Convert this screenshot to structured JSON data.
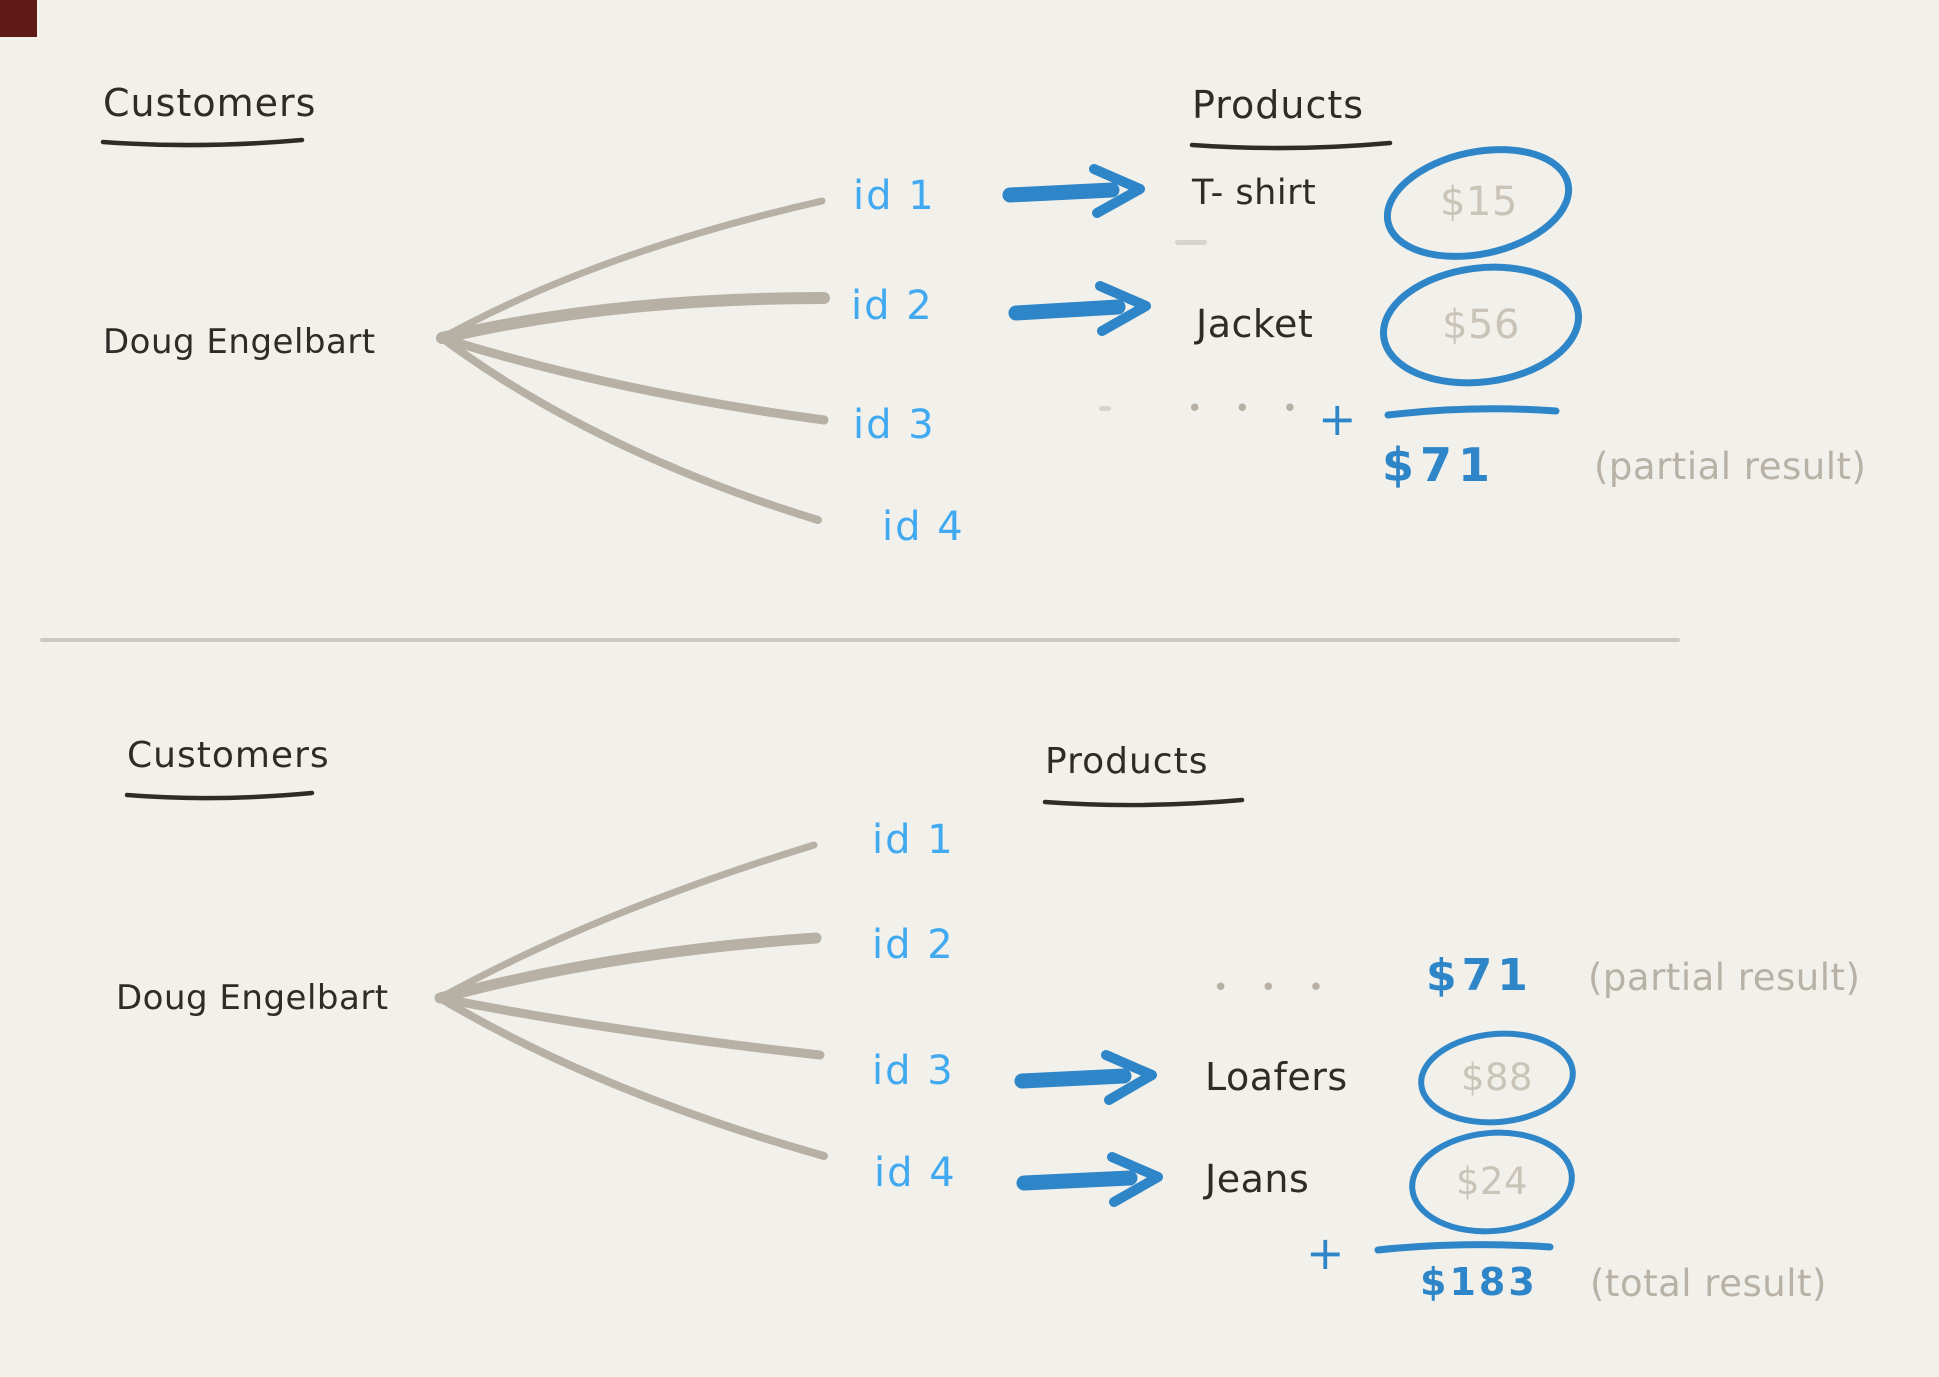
{
  "colors": {
    "background": "#f2f0eb",
    "ink": "#2e2c27",
    "id_blue": "#41a9ef",
    "accent_blue": "#2e86c8",
    "stroke_gray": "#b7b0a5",
    "price_gray": "#c9c3b8",
    "label_gray": "#b8b1a6",
    "divider": "#cdc8c0"
  },
  "top_panel": {
    "customers_heading": "Customers",
    "products_heading": "Products",
    "customer_name": "Doug Engelbart",
    "ids": [
      "id 1",
      "id 2",
      "id 3",
      "id 4"
    ],
    "mappings": [
      {
        "id": "id 1",
        "product": "T- shirt",
        "price": "$15"
      },
      {
        "id": "id 2",
        "product": "Jacket",
        "price": "$56"
      }
    ],
    "ellipsis": "• • •",
    "plus": "+",
    "partial_sum": "$71",
    "partial_label": "(partial result)"
  },
  "bottom_panel": {
    "customers_heading": "Customers",
    "products_heading": "Products",
    "customer_name": "Doug Engelbart",
    "ids": [
      "id 1",
      "id 2",
      "id 3",
      "id 4"
    ],
    "ellipsis": "• • •",
    "carried_sum": "$71",
    "carried_label": "(partial result)",
    "mappings": [
      {
        "id": "id 3",
        "product": "Loafers",
        "price": "$88"
      },
      {
        "id": "id 4",
        "product": "Jeans",
        "price": "$24"
      }
    ],
    "plus": "+",
    "total_sum": "$183",
    "total_label": "(total result)"
  }
}
